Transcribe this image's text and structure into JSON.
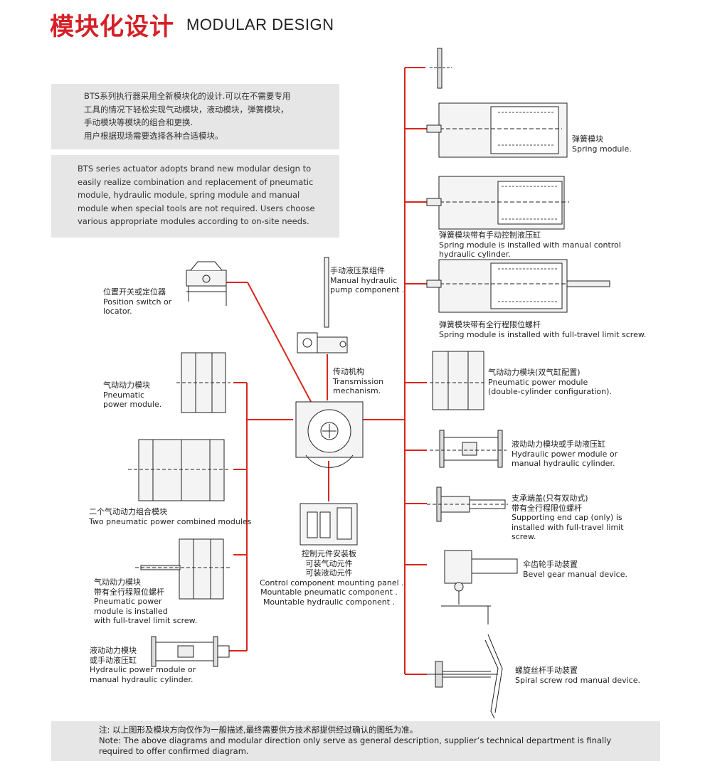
{
  "header": {
    "title_cn": "模块化设计",
    "title_en": "MODULAR DESIGN"
  },
  "intro": {
    "cn_lines": [
      "BTS系列执行器采用全新模块化的设计.可以在不需要专用",
      "工具的情况下轻松实现气动模块，液动模块，弹簧模块，",
      "手动模块等模块的组合和更换.",
      "用户根据现场需要选择各种合适模块。"
    ],
    "en_lines": [
      "BTS series actuator adopts brand new modular design to",
      "easily realize combination and replacement of pneumatic",
      "module, hydraulic module, spring module and manual",
      "module when special tools are not required. Users choose",
      "various appropriate modules according to on-site needs."
    ]
  },
  "labels": {
    "position_switch": "位置开关或定位器\nPosition switch or\nlocator.",
    "pump": "手动液压泵组件\nManual hydraulic\npump component .",
    "transmission": "传动机构\nTransmission\nmechanism.",
    "control_panel": "控制元件安装板\n可装气动元件\n可装液动元件\nControl component mounting panel .\nMountable pneumatic component .\nMountable hydraulic component .",
    "pneumatic_left": "气动动力模块\nPneumatic\npower module.",
    "two_pneumatic": "二个气动动力组合模块\nTwo pneumatic power combined modules",
    "pneumatic_limit": "气动动力模块\n带有全行程限位螺杆\nPneumatic power\nmodule is installed\nwith full-travel limit screw.",
    "hydraulic_left": "液动动力模块\n或手动液压缸\nHydraulic power module or\nmanual hydraulic cylinder.",
    "spring": "弹簧模块\nSpring module.",
    "spring_manual": "弹簧模块带有手动控制液压缸\nSpring module is installed with manual control\nhydraulic cylinder.",
    "spring_limit": "弹簧模块带有全行程限位螺杆\nSpring module is installed with full-travel limit screw.",
    "pneumatic_double": "气动动力模块(双气缸配置)\nPneumatic power module\n(double-cylinder configuration).",
    "hydraulic_right": "液动动力模块或手动液压缸\nHydraulic power module or\nmanual hydraulic cylinder.",
    "end_cap": "支承端盖(只有双动式)\n带有全行程限位螺杆\nSupporting end cap (only) is\ninstalled with full-travel limit\nscrew.",
    "bevel_gear": "伞齿轮手动装置\nBevel gear manual device.",
    "spiral_screw": "螺旋丝杆手动装置\nSpiral screw rod manual device."
  },
  "note": {
    "cn": "注: 以上图形及模块方向仅作为一般描述,最终需要供方技术部提供经过确认的图纸为准。",
    "en_line1": "Note: The above diagrams and modular direction only serve as general description, supplier’s technical department is finally",
    "en_line2": "required to offer confirmed diagram."
  },
  "colors": {
    "accent_red": "#d62027",
    "connector_red": "#d9261c",
    "panel_grey": "#e6e6e6"
  }
}
